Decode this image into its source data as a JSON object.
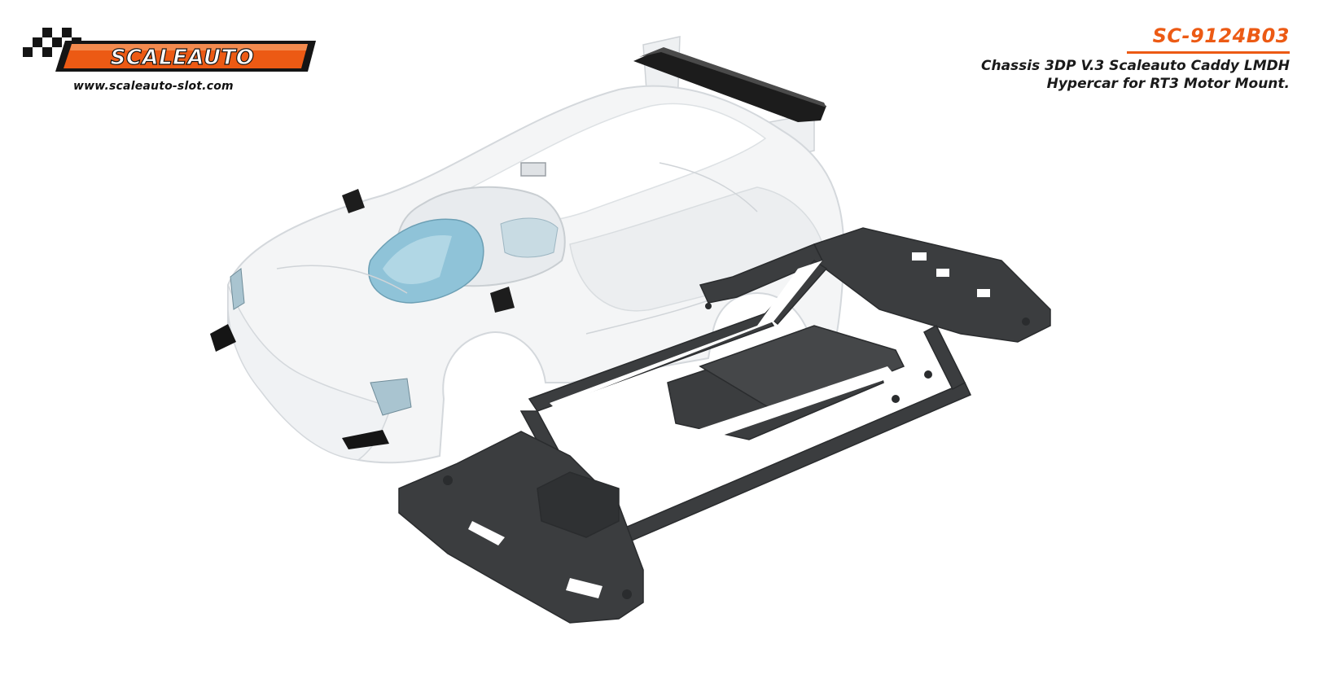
{
  "brand": {
    "name": "SCALEAUTO",
    "url": "www.scaleauto-slot.com",
    "color_orange": "#ec5a14",
    "color_dark": "#151515"
  },
  "product": {
    "code": "SC-9124B03",
    "description_line1": "Chassis 3DP V.3 Scaleauto Caddy LMDH",
    "description_line2": "Hypercar for RT3 Motor Mount."
  },
  "illustrations": {
    "body_color": "#f4f5f6",
    "chassis_color": "#3b3d3f",
    "glass_color": "#8fc3d8"
  }
}
